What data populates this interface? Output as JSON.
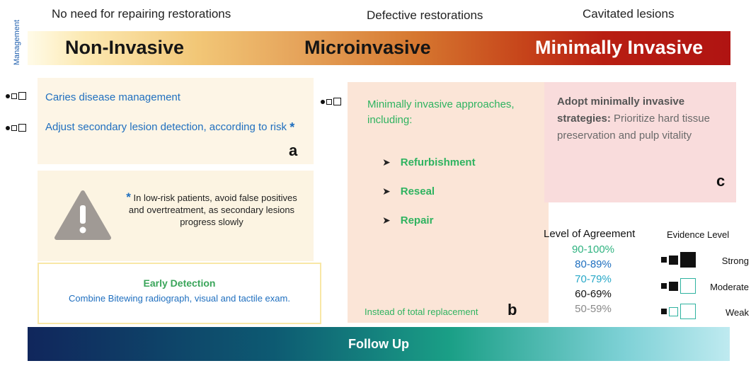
{
  "headings": {
    "left": "No need for repairing restorations",
    "middle": "Defective restorations",
    "right": "Cavitated lesions",
    "side_label": "Management"
  },
  "band": {
    "non_invasive": "Non-Invasive",
    "microinvasive": "Microinvasive",
    "minimally_invasive": "Minimally Invasive"
  },
  "panel_a": {
    "item1": "Caries disease management",
    "item2": "Adjust secondary lesion detection, according to risk",
    "item2_star": "*",
    "letter": "a"
  },
  "warning": {
    "star": "*",
    "text": "In low-risk patients, avoid false positives and overtreatment, as secondary lesions progress slowly",
    "icon": "warning-triangle-icon"
  },
  "early_detection": {
    "title": "Early Detection",
    "body": "Combine Bitewing radiograph, visual and tactile exam."
  },
  "panel_b": {
    "intro": "Minimally invasive approaches, including:",
    "items": [
      "Refurbishment",
      "Reseal",
      "Repair"
    ],
    "footer": "Instead of total replacement",
    "letter": "b"
  },
  "panel_c": {
    "bold": "Adopt minimally invasive strategies:",
    "text": "Prioritize hard tissue preservation and pulp vitality",
    "letter": "c"
  },
  "legend": {
    "agreement_title": "Level of Agreement",
    "agreement_levels": [
      {
        "label": "90-100%",
        "color": "#2fb380"
      },
      {
        "label": "80-89%",
        "color": "#1f6fbf"
      },
      {
        "label": "70-79%",
        "color": "#28a8c8"
      },
      {
        "label": "60-69%",
        "color": "#111111"
      },
      {
        "label": "50-59%",
        "color": "#8a8a8a"
      }
    ],
    "evidence_title": "Evidence Level",
    "evidence_levels": [
      "Strong",
      "Moderate",
      "Weak"
    ]
  },
  "follow_up": "Follow Up",
  "colors": {
    "blue": "#1f6fbf",
    "green": "#2fb360",
    "band_red": "#b01412",
    "band_yellow": "#f2c777"
  }
}
